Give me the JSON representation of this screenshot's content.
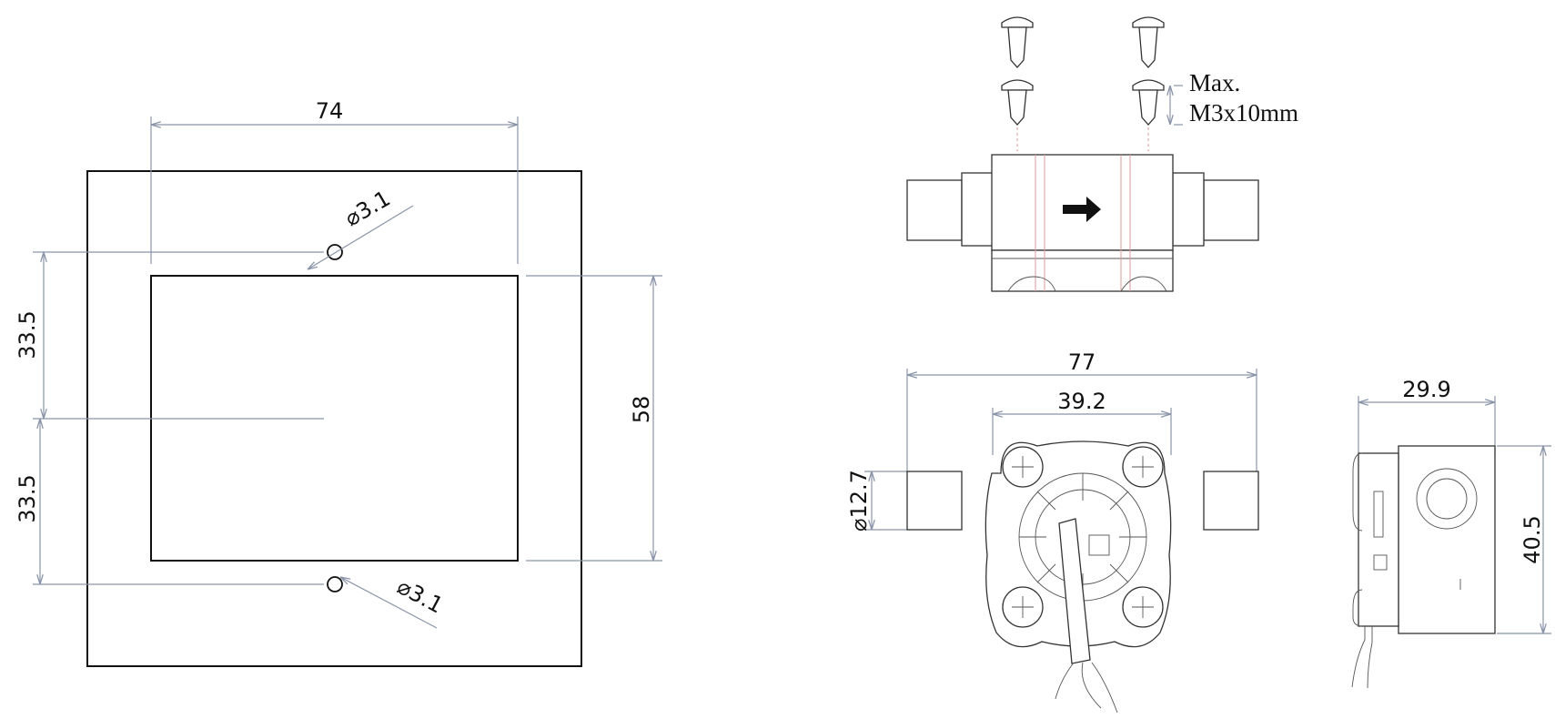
{
  "panel_cutout": {
    "width_label": "74",
    "height_label": "58",
    "upper_offset_label": "33.5",
    "lower_offset_label": "33.5",
    "hole_top_label": "⌀3.1",
    "hole_bottom_label": "⌀3.1"
  },
  "sensor_views": {
    "screw_note_line1": "Max.",
    "screw_note_line2": "M3x10mm",
    "overall_length_label": "77",
    "body_width_label": "39.2",
    "thread_diameter_label": "⌀12.7",
    "side_width_label": "29.9",
    "side_height_label": "40.5"
  }
}
